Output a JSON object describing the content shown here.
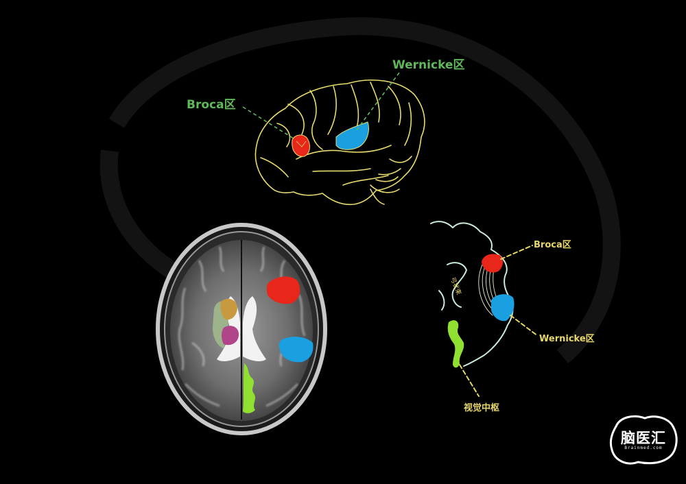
{
  "lateral_view": {
    "broca_label": "Broca区",
    "wernicke_label": "Wernicke区"
  },
  "pathway_view": {
    "broca_label": "Broca区",
    "wernicke_label": "Wernicke区",
    "arcuate_label": "弓状束",
    "visual_label": "视觉中枢"
  },
  "logo": {
    "text": "脑医汇",
    "subtext": "Brainmed.com"
  },
  "colors": {
    "broca": "#e8261a",
    "wernicke": "#1aa0e0",
    "visual": "#8fe030",
    "outline": "#e8dc70",
    "label_green": "#5fb85a",
    "label_yellow": "#e8d86a",
    "pathway_line": "#c9ecd8"
  }
}
